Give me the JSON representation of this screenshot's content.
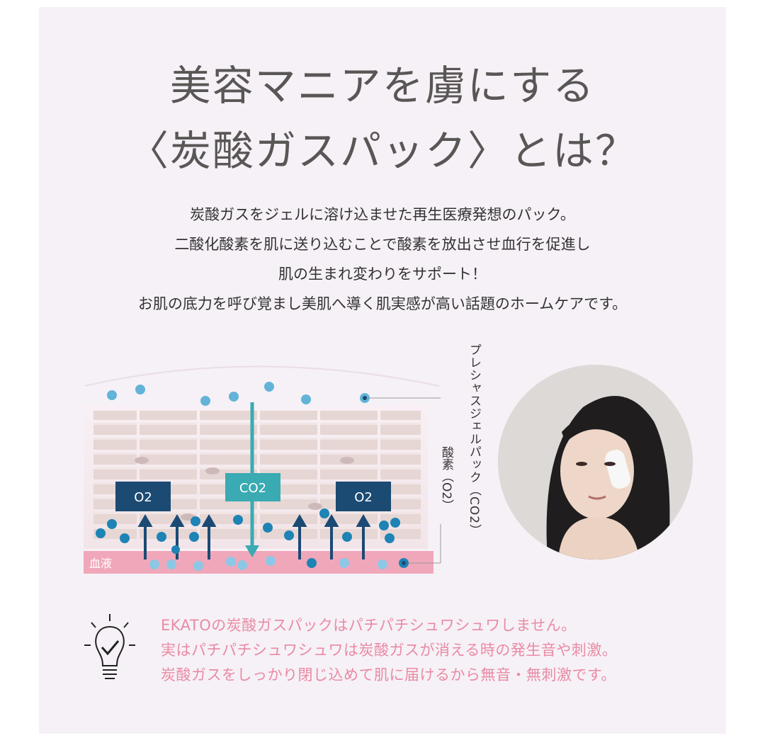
{
  "headline": {
    "line1": "美容マニアを虜にする",
    "line2": "〈炭酸ガスパック〉とは？"
  },
  "description": [
    "炭酸ガスをジェルに溶け込ませた再生医療発想のパック。",
    "二酸化酸素を肌に送り込むことで酸素を放出させ血行を促進し",
    "肌の生まれ変わりをサポート！",
    "お肌の底力を呼び覚まし美肌へ導く肌実感が高い話題のホームケアです。"
  ],
  "diagram": {
    "label_o2_left": "O2",
    "label_co2": "CO2",
    "label_o2_right": "O2",
    "label_blood": "血液",
    "label_gel_pack": "プレシャスジェルパック（CO2）",
    "label_oxygen": "酸素（O2）"
  },
  "note": [
    "EKATOの炭酸ガスパックはパチパチシュワシュワしません。",
    "実はパチパチシュワシュワは炭酸ガスが消える時の発生音や刺激。",
    "炭酸ガスをしっかり閉じ込めて肌に届けるから無音・無刺激です。"
  ],
  "colors": {
    "panel_bg": "#f6f1f6",
    "headline": "#595656",
    "navy": "#1b4a73",
    "teal": "#3aaab3",
    "bubble_light": "#63b3d9",
    "bubble_dark": "#1e83b5",
    "blood": "#ef9aaf",
    "note_pink": "#e98aa4"
  },
  "icons": [
    "lightbulb-check-icon"
  ]
}
